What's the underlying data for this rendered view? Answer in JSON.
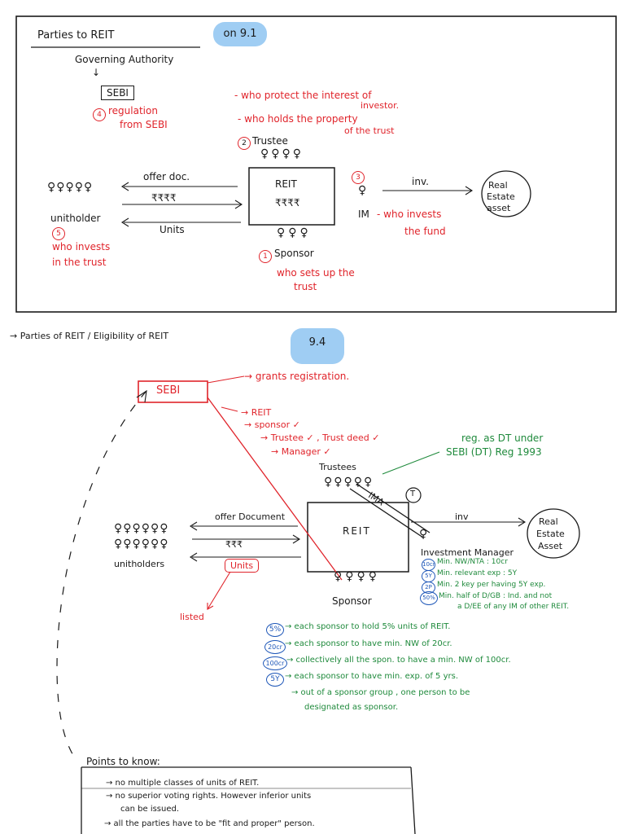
{
  "page1": {
    "title": "Parties to REIT",
    "tag": "on 9.1",
    "governing": "Governing Authority",
    "arrow_down": "↓",
    "sebi": "SEBI",
    "sebi_note_num": "4",
    "sebi_note_l1": "regulation",
    "sebi_note_l2": "from SEBI",
    "trustee_note_l1": "- who protect the interest of",
    "trustee_note_l2": "investor.",
    "trustee_note_l3": "- who holds the property",
    "trustee_note_l4": "of the trust",
    "trustee_num": "2",
    "trustee": "Trustee",
    "offer_doc": "offer doc.",
    "money_small": "₹₹₹₹",
    "reit": "REIT",
    "reit_money": "₹₹₹₹",
    "units": "Units",
    "unitholder": "unitholder",
    "unitholder_num": "5",
    "unitholder_note_l1": "who invests",
    "unitholder_note_l2": "in the trust",
    "im_num": "3",
    "im_label": "IM",
    "im_note_l1": "- who invests",
    "im_note_l2": "the fund",
    "inv": "inv.",
    "re_asset_l1": "Real",
    "re_asset_l2": "Estate",
    "re_asset_l3": "asset",
    "sponsor_num": "1",
    "sponsor": "Sponsor",
    "sponsor_note_l1": "who sets up the",
    "sponsor_note_l2": "trust"
  },
  "page2": {
    "title": "→ Parties of REIT / Eligibility of REIT",
    "tag": "9.4",
    "sebi": "SEBI",
    "grants": "→ grants registration.",
    "list": [
      "→ REIT",
      "→ sponsor ✓",
      "→ Trustee ✓ , Trust deed ✓",
      "→ Manager ✓"
    ],
    "trustee_reg_l1": "reg. as DT under",
    "trustee_reg_l2": "SEBI (DT) Reg 1993",
    "trustees": "Trustees",
    "offer_doc": "offer Document",
    "money": "₹₹₹",
    "units": "Units",
    "unitholders": "unitholders",
    "listed": "listed",
    "reit": "REIT",
    "ima": "IMA",
    "t_mark": "T",
    "inv": "inv",
    "re_asset_l1": "Real",
    "re_asset_l2": "Estate",
    "re_asset_l3": "Asset",
    "im_title": "Investment Manager",
    "im_items": [
      {
        "badge": "10cr",
        "text": "Min. NW/NTA : 10cr"
      },
      {
        "badge": "5Y",
        "text": "Min. relevant exp : 5Y"
      },
      {
        "badge": "2P",
        "text": "Min. 2 key per having 5Y exp."
      },
      {
        "badge": "50%",
        "text": "Min. half of D/GB : Ind. and not"
      }
    ],
    "im_last_l2": "a D/EE of any IM of other REIT.",
    "sponsor": "Sponsor",
    "sponsor_items": [
      {
        "badge": "5%",
        "text": "→ each sponsor to hold 5% units of REIT."
      },
      {
        "badge": "20cr",
        "text": "→ each sponsor to have min. NW of 20cr."
      },
      {
        "badge": "100cr",
        "text": "→ collectively all the spon. to have a min. NW of 100cr."
      },
      {
        "badge": "5Y",
        "text": "→ each sponsor to have min. exp. of 5 yrs."
      }
    ],
    "sponsor_group_l1": "→ out of a sponsor group , one person to be",
    "sponsor_group_l2": "designated as sponsor.",
    "points_title": "Points to know:",
    "points": [
      "→ no multiple classes of units of REIT.",
      "→ no superior voting rights. However inferior units",
      "can be issued.",
      "→ all the parties have to be \"fit and proper\" person."
    ]
  }
}
